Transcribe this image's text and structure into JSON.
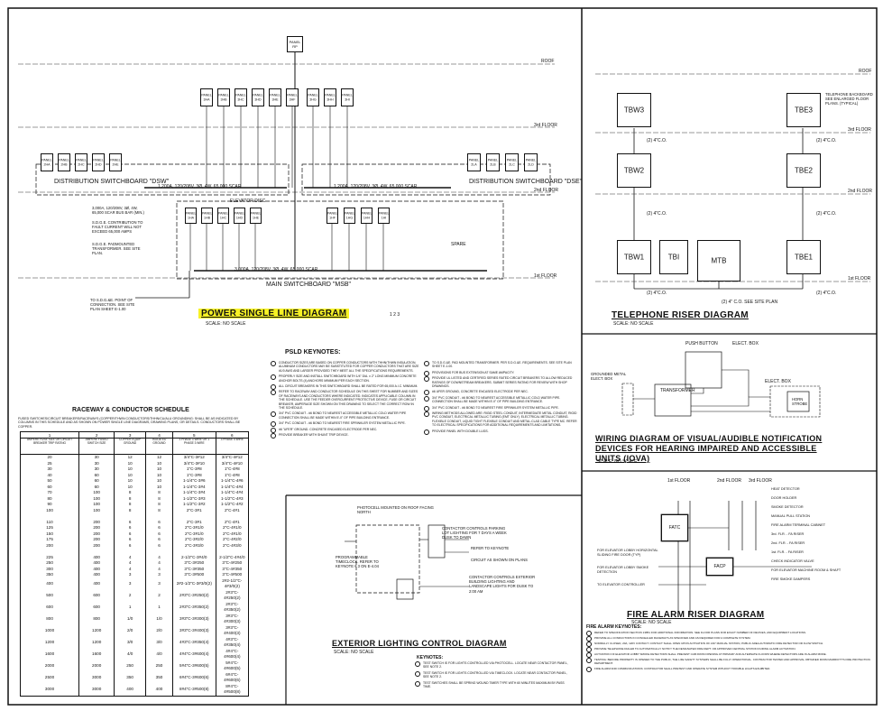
{
  "sheet": {
    "power": {
      "title": "POWER SINGLE LINE DIAGRAM",
      "scale": "SCALE: NO SCALE",
      "roof": "ROOF",
      "floor3": "3rd FLOOR",
      "floor2": "2nd FLOOR",
      "floor1": "1st FLOOR",
      "dsw_label": "DISTRIBUTION SWITCHBOARD \"DSW\"",
      "dse_label": "DISTRIBUTION SWITCHBOARD \"DSE\"",
      "msb_label": "MAIN SWITCHBOARD \"MSB\"",
      "elevator_disc": "ELEVATOR DISC",
      "spare": "SPARE",
      "utility_note": "3,000A, 120/208V, 3Ø, 4W, 65,000 SCAR BUS BAR (MIN.)",
      "sdge_note": "S.D.G.E. CONTRIBUTION TO FAULT CURRENT WILL NOT EXCEED 65,000 AMPS",
      "sdge_xfmr": "S.D.G.E. PADMOUNTED TRANSFORMER. SEE SITE PLAN.",
      "sdge_point": "TO S.D.G.&E. POINT OF CONNECTION. SEE SITE PLAN SHEET E-1.00",
      "bus_dsw": "1,200A, 120/208V, 3Ø, 4W, 65,000 SCAR",
      "bus_dse": "1,200A, 120/208V, 3Ø, 4W, 65,000 SCAR",
      "bus_msb": "3,000A, 120/208V, 3Ø, 4W, 65,000 SCAR",
      "panel_word": "PANEL",
      "top_panel": "PANEL RP",
      "panels_3rd": [
        "3HA",
        "3HB",
        "3HC",
        "3HD",
        "3HE",
        "3HF",
        "3HG",
        "3HH",
        "3HI"
      ],
      "panels_2nd_left": [
        "2HA",
        "2HB",
        "2HC",
        "2HD",
        "2HE"
      ],
      "panels_2nd_right": [
        "2LA",
        "2LB",
        "2LC",
        "2LD"
      ],
      "panels_1st": [
        "1HA",
        "1HB",
        "1HC",
        "1HD",
        "1HE",
        "1HF",
        "1HG",
        "1HH",
        "1HI"
      ],
      "title_notes": "1 2 3"
    },
    "keynotes": {
      "title": "PSLD KEYNOTES:",
      "left": [
        "CONDUCTOR SIZES ARE BASED ON COPPER CONDUCTORS WITH THHN/THWN INSULATION. ALUMINUM CONDUCTORS MAY BE SUBSTITUTED FOR COPPER CONDUCTORS THAT ARE SIZE #1/0 AWG AND LARGER PROVIDED THEY MEET ALL THE SPECIFICATIONS REQUIREMENTS.",
        "PROPERLY SIZE AND INSTALL SWITCHBOARD WITH 1/4\" DIA. x 2\" LONG MINIMUM CONCRETE ANCHOR BOLTS (4) ANCHORS MINIMUM PER EACH SECTION.",
        "ALL CIRCUIT BREAKERS IN THIS SWITCHBOARD SHALL BE RATED FOR 65,000 A.I.C. MINIMUM.",
        "REFER TO RACEWAY AND CONDUCTOR SCHEDULE ON THIS SHEET FOR NUMBER AND SIZES OF RACEWAYS AND CONDUCTORS WHERE INDICATED. INDICATES APPLICABLE COLUMN IN THE SCHEDULE. USE THE FEEDER OVERCURRENT PROTECTIVE DEVICE, FUSE OR CIRCUIT BREAKER, AMPERAGE SIZE SHOWN ON THIS DRAWING TO SELECT THE CORRECT ROW IN THE SCHEDULE.",
        "3/4\" PVC CONDUIT - #6 BOND TO NEAREST ACCESSIBLE METALLIC COLD WATER PIPE CONNECTION SHALL BE MADE WITHIN 5'-0\" OF PIPE BUILDING ENTRANCE.",
        "3/4\" PVC CONDUIT - #6 BOND TO NEAREST FIRE SPRINKLER SYSTEM METALLIC PIPE.",
        "#6 \"UFER\" GROUND. CONCRETE ENCASED ELECTRODE PER NEC.",
        "PROVIDE BREAKER WITH SHUNT TRIP DEVICE."
      ],
      "right": [
        "TO S.D.G.&E. PAD MOUNTED TRANSFORMER. PER S.D.G.&E. REQUIREMENTS. SEE SITE PLAN SHEET E-1.00.",
        "PROVISIONS FOR BUS EXTENSION AT SAME AMPACITY.",
        "PROVIDE UL LISTED AND CERTIFIED SERIES RATED CIRCUIT BREAKERS TO ALLOW REDUCED RATINGS OF DOWNSTREAM BREAKERS. SUBMIT SERIES RATING FOR REVIEW WITH SHOP DRAWINGS.",
        "#6 UFER GROUND, CONCRETE ENCASED ELECTRODE PER NEC.",
        "3/4\" PVC CONDUIT - #6 BOND TO NEAREST ACCESSIBLE METALLIC COLD WATER PIPE. CONNECTION SHALL BE MADE WITHIN 5'-0\" OF PIPE BUILDING ENTRANCE.",
        "3/4\" PVC CONDUIT - #6 BOND TO NEAREST FIRE SPRINKLER SYSTEM METALLIC PIPE.",
        "WIRING METHODS ALLOWED ARE: RIGID STEEL CONDUIT, INTERMEDIATE METAL CONDUIT, RIGID PVC CONDUIT, ELECTRICAL METALLIC TUBING (EMT ONLY). ELECTRICAL METALLIC TUBING. FLEXIBLE CONDUIT, LIQUID TIGHT FLEXIBLE CONDUIT AND METAL-CLAD CABLE TYPE MC. REFER TO ELECTRICAL SPECIFICATIONS FOR ADDITIONAL REQUIREMENTS AND LIMITATIONS.",
        "PROVIDE PANEL WITH DOUBLE LUGS."
      ]
    },
    "raceway": {
      "title": "RACEWAY & CONDUCTOR SCHEDULE",
      "note": "FUSED SWITCHES/CIRCUIT BREAKERS/RACEWAYS (COPPER/THWN CONDUCTORS/THHN/CU/ALU GROUNDING: SHALL BE AS INDICATED BY COLUMNS IN THIS SCHEDULE AND AS SHOWN ON POWER SINGLE LINE DIAGRAMS, DRAWING PLANS, OR DETAILS. CONDUCTORS SHALL BE COPPER.",
      "col_nums": [
        "1",
        "2",
        "3",
        "4",
        "5",
        "6"
      ],
      "headers": [
        "AMPERE FUSE SIZE OR CIRCUIT BREAKER TRIP RATING",
        "AMPERE FUSED SWITCH SIZE",
        "COPPER EQUIP GROUND",
        "ISOLATED GROUND",
        "3 PHASE 3 WIRE OR 1 PHASE 3 WIRE",
        "3 PHASE 4 WIRE"
      ],
      "group_a": "COPPER CONDUCTORS",
      "group_b": "RACEWAY & COPPER CONDUCTORS",
      "rows": [
        [
          "20",
          "30",
          "12",
          "12",
          "3/4\"C-3#12",
          "3/4\"C-4#12"
        ],
        [
          "25",
          "30",
          "10",
          "10",
          "3/4\"C-3#10",
          "3/4\"C-4#10"
        ],
        [
          "30",
          "30",
          "10",
          "10",
          "1\"C-3#8",
          "1\"C-4#8"
        ],
        [
          "40",
          "60",
          "10",
          "10",
          "1\"C-3#8",
          "1\"C-4#8"
        ],
        [
          "50",
          "60",
          "10",
          "10",
          "1-1/4\"C-3#6",
          "1-1/4\"C-4#6"
        ],
        [
          "60",
          "60",
          "10",
          "10",
          "1-1/4\"C-3#4",
          "1-1/4\"C-4#4"
        ],
        [
          "70",
          "100",
          "8",
          "8",
          "1-1/4\"C-3#4",
          "1-1/4\"C-4#4"
        ],
        [
          "80",
          "100",
          "8",
          "8",
          "1-1/2\"C-3#3",
          "1-1/2\"C-4#3"
        ],
        [
          "90",
          "100",
          "8",
          "8",
          "1-1/2\"C-3#2",
          "1-1/2\"C-4#2"
        ],
        [
          "100",
          "100",
          "8",
          "8",
          "2\"C-3#1",
          "2\"C-4#1"
        ],
        [
          "",
          "",
          "",
          "",
          "",
          ""
        ],
        [
          "110",
          "200",
          "6",
          "6",
          "2\"C-3#1",
          "2\"C-4#1"
        ],
        [
          "125",
          "200",
          "6",
          "6",
          "2\"C-3#1/0",
          "2\"C-4#1/0"
        ],
        [
          "150",
          "200",
          "6",
          "6",
          "2\"C-3#1/0",
          "2\"C-4#1/0"
        ],
        [
          "175",
          "200",
          "6",
          "6",
          "2\"C-3#2/0",
          "2\"C-4#2/0"
        ],
        [
          "200",
          "200",
          "6",
          "6",
          "2\"C-3#3/0",
          "2\"C-4#3/0"
        ],
        [
          "",
          "",
          "",
          "",
          "",
          ""
        ],
        [
          "225",
          "400",
          "4",
          "4",
          "2-1/2\"C-3#4/0",
          "2-1/2\"C-4#4/0"
        ],
        [
          "250",
          "400",
          "4",
          "4",
          "3\"C-3#250",
          "3\"C-4#250"
        ],
        [
          "300",
          "400",
          "4",
          "4",
          "3\"C-3#350",
          "3\"C-4#350"
        ],
        [
          "350",
          "400",
          "3",
          "3",
          "3\"C-3#500",
          "3\"C-4#500"
        ],
        [
          "400",
          "400",
          "3",
          "3",
          "2#2-1/2\"C-3#3/0(2)",
          "2#2-1/2\"C-4#3/0(2)"
        ],
        [
          "500",
          "600",
          "2",
          "2",
          "2#3\"C-3#250(2)",
          "2#3\"C-4#250(2)"
        ],
        [
          "600",
          "600",
          "1",
          "1",
          "2#3\"C-3#350(2)",
          "2#3\"C-4#350(2)"
        ],
        [
          "800",
          "800",
          "1/0",
          "1/0",
          "3#3\"C-3#300(3)",
          "3#3\"C-4#300(3)"
        ],
        [
          "1000",
          "1200",
          "2/0",
          "2/0",
          "3#3\"C-3#400(3)",
          "3#3\"C-4#400(3)"
        ],
        [
          "1200",
          "1200",
          "3/0",
          "3/0",
          "4#3\"C-3#350(4)",
          "4#3\"C-4#350(4)"
        ],
        [
          "1600",
          "1600",
          "4/0",
          "4/0",
          "4#4\"C-3#600(4)",
          "4#4\"C-4#600(4)"
        ],
        [
          "2000",
          "2000",
          "250",
          "250",
          "5#4\"C-3#600(5)",
          "5#4\"C-4#600(5)"
        ],
        [
          "2500",
          "3000",
          "350",
          "350",
          "6#4\"C-3#600(6)",
          "6#4\"C-4#600(6)"
        ],
        [
          "3000",
          "3000",
          "400",
          "400",
          "8#4\"C-3#500(8)",
          "8#4\"C-4#500(8)"
        ]
      ]
    },
    "lighting": {
      "title": "EXTERIOR LIGHTING CONTROL DIAGRAM",
      "scale": "SCALE: NO SCALE",
      "photocell": "PHOTOCELL MOUNTED ON ROOF FACING NORTH",
      "timeclock": "PROGRAMMABLE TIMECLOCK. REFER TO KEYNOTE # 3 ON E-4.04",
      "contactor": "CONTACTOR CONTROLS PARKING LOT LIGHTING FOR 7 DAYS A WEEK DUSK TO DAWN",
      "contactor2": "CONTACTOR CONTROLS EXTERIOR BUILDING LIGHTING AND LANDSCAPE LIGHTS FOR DUSK TO 2:00 AM",
      "circuit": "CIRCUIT AS SHOWN ON PLANS",
      "ref_keynote": "REFER TO KEYNOTE",
      "keynotes_title": "KEYNOTES:",
      "keynotes": [
        "TEST SWITCH IS FOR LIGHTS CONTROLLED VIA PHOTOCELL. LOCATE NEAR CONTACTOR PANEL, SEE NOTE 2.",
        "TEST SWITCH IS FOR LIGHTS CONTROLLED VIA TIMECLOCK. LOCATE NEAR CONTACTOR PANEL, SEE NOTE 2.",
        "TEST SWITCHES SHALL BE SPRING WOUND TIMER TYPE WITH 60 MINUTES MAXIMUM BY-PASS TIME."
      ]
    },
    "telephone": {
      "title": "TELEPHONE RISER DIAGRAM",
      "scale": "SCALE: NO SCALE",
      "roof": "ROOF",
      "floor3": "3rd FLOOR",
      "floor2": "2nd FLOOR",
      "floor1": "1st FLOOR",
      "boxes": [
        "TBW3",
        "TBE3",
        "TBW2",
        "TBE2",
        "TBW1",
        "TBI",
        "MTB",
        "TBE1"
      ],
      "conduit": "(2) 4\"C.O.",
      "backboard_note": "TELEPHONE BACKBOARD SEE ENLARGED FLOOR PLANS. (TYPICAL)",
      "site_plan": "(2) 4\" C.O. SEE SITE PLAN"
    },
    "wiring": {
      "title": "WIRING DIAGRAM OF VISUAL/AUDIBLE NOTIFICATION DEVICES FOR HEARING IMPAIRED AND ACCESSIBLE UNITS (IOVA)",
      "scale": "SCALE: NO SCALE",
      "push_button": "PUSH BUTTON",
      "elect_box": "ELECT. BOX",
      "grounded": "GROUNDED METAL ELECT. BOX",
      "transformer": "TRANSFORMER",
      "horn": "HORN STROBE"
    },
    "fire": {
      "title": "FIRE ALARM RISER DIAGRAM",
      "scale": "SCALE: NO SCALE",
      "keynotes_title": "FIRE ALARM KEYNOTES:",
      "facp": "FACP",
      "fatc": "FATC",
      "floors": [
        "1st FLOOR",
        "2nd FLOOR",
        "3rd FLOOR"
      ],
      "legend": [
        "HEAT DETECTOR",
        "DOOR HOLDER",
        "SMOKE DETECTOR",
        "MANUAL PULL STATION",
        "FIRE ALARM TERMINAL CABINET",
        "3rd. FLR. - FA RISER",
        "2nd. FLR. - FA RISER",
        "1st. FLR. - FA RISER",
        "CHECK INDICATOR VALVE",
        "FOR ELEVATOR MACHINE ROOM & SHAFT",
        "FIRE SMOKE DAMPERS"
      ],
      "left_notes": [
        "FOR ELEVATOR LOBBY HORIZONTAL SLIDING FIRE DOOR (TYP)",
        "FOR ELEVATOR LOBBY SMOKE DETECTION",
        "TO ELEVATOR CONTROLLER"
      ],
      "keynotes": [
        "REFER TO SPECIFICATION SECTION 13851 FOR ADDITIONAL INFORMATION. SEE FLOOR PLANS FOR EXACT NUMBER OF DEVICES, AND EQUIPMENT LOCATIONS.",
        "PROVIDE ALL CONDUCTORS IN CONCEALED RACEWAYS AS SPECIFIED AND AS REQUIRED FOR A COMPLETE SYSTEM.",
        "NORMALLY CLOSED, 20A, 120V CONTACT. CONTACT SHALL OPEN UPON ACTIVATION OF ANY MANUAL STATION, PUBLIC AREA AUTOMATIC FIRE DETECTOR OR FLOW SWITCH.",
        "PROVIDE TELEPHONE DIALER TO AUTOMATICALLY NOTIFY THE DESIGNATED FIRE DEPT. OR APPROVED CENTRAL STATION DURING ALARM ACTIVATION.",
        "ACTIVATION OF ELEVATOR LOBBY SMOKE DETECTORS SHALL PREVENT CAB FROM OPENING AT PRIMARY AND ALTERNATE FLOORS WHERE DETECTORS ARE IN ALARM MODE.",
        "TESTING: BEFORE PROPERTY IS OPENED TO THE PUBLIC, THE LIFE SAFETY SYSTEMS SHALL BE FULLY OPERATIONAL. CONTRACTOR TESTED AND APPROVAL OBTAINED FROM MARRIOTT'S FIRE PROTECTION DEPARTMENT.",
        "FIRE ALARM AND COMMUNICATIONS: CONTRACTOR SHALL PRETEST AND OPERATE SYSTEM WITHOUT TROUBLE LIGHTS EXHIBITED."
      ]
    }
  }
}
